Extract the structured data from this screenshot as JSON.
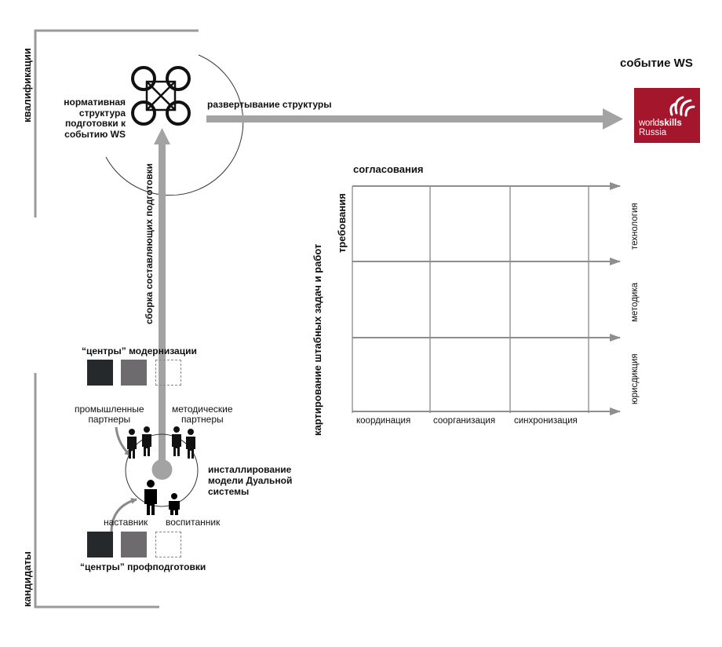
{
  "labels": {
    "qualifications": "квалификации",
    "candidates": "кандидаты",
    "event": "событие WS",
    "structure_line1": "нормативная",
    "structure_line2": "структура",
    "structure_line3": "подготовки к",
    "structure_line4": "событию WS",
    "deployment": "развертывание структуры",
    "assembly": "сборка составляющих подготовки",
    "modernization_centers": "“центры” модернизации",
    "industrial_partners_1": "промышленные",
    "industrial_partners_2": "партнеры",
    "methodical_partners_1": "методические",
    "methodical_partners_2": "партнеры",
    "installing_1": "инсталлирование",
    "installing_2": "модели Дуальной",
    "installing_3": "системы",
    "mentor": "наставник",
    "pupil": "воспитанник",
    "training_centers": "“центры” профподготовки"
  },
  "matrix": {
    "top_label": "согласования",
    "left_label": "требования",
    "side_label": "картирование штабных задач и работ",
    "columns": [
      "координация",
      "соорганизация",
      "синхронизация"
    ],
    "rows": [
      "технология",
      "методика",
      "юрисдикция"
    ]
  },
  "logo": {
    "word1": "world",
    "word2": "skills",
    "word3": "Russia",
    "color": "#a3162c"
  },
  "colors": {
    "arrow_gray": "#a3a3a3",
    "square_dark": "#25292c",
    "square_mid": "#6d6b6e"
  }
}
